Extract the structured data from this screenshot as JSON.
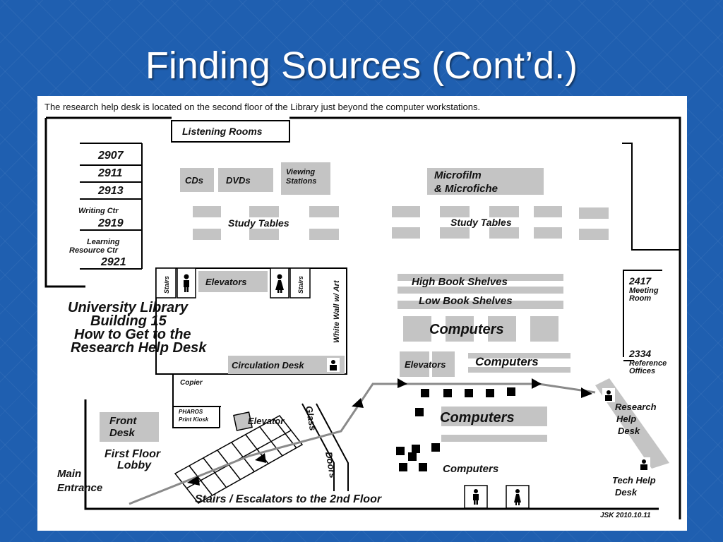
{
  "slide": {
    "title": "Finding Sources (Cont’d.)"
  },
  "map": {
    "caption": "The research help desk is located on the second floor of the Library just beyond the computer workstations.",
    "rooms": {
      "listening_rooms": "Listening Rooms",
      "r2907": "2907",
      "r2911": "2911",
      "r2913": "2913",
      "writing_ctr": "Writing Ctr",
      "r2919": "2919",
      "learning_resource_1": "Learning",
      "learning_resource_2": "Resource Ctr",
      "r2921": "2921",
      "r2417": "2417",
      "meeting_1": "Meeting",
      "meeting_2": "Room",
      "r2334": "2334",
      "reference_1": "Reference",
      "reference_2": "Offices"
    },
    "labels": {
      "cds": "CDs",
      "dvds": "DVDs",
      "viewing_1": "Viewing",
      "viewing_2": "Stations",
      "microfilm_1": "Microfilm",
      "microfilm_2": "& Microfiche",
      "study_tables_left": "Study Tables",
      "study_tables_right": "Study Tables",
      "stairs_left": "Stairs",
      "stairs_right": "Stairs",
      "elevators_top": "Elevators",
      "white_wall": "White Wall w/ Art",
      "high_shelves": "High Book Shelves",
      "low_shelves": "Low Book Shelves",
      "computers_1": "Computers",
      "elevators_mid": "Elevators",
      "computers_2": "Computers",
      "computers_3": "Computers",
      "computers_4": "Computers",
      "circulation_desk": "Circulation Desk",
      "copier": "Copier",
      "pharos_1": "PHAROS",
      "pharos_2": "Print Kiosk",
      "elevator_lower": "Elevator",
      "glass": "Glass",
      "doors": "Doors",
      "front_desk_1": "Front",
      "front_desk_2": "Desk",
      "lobby_1": "First Floor",
      "lobby_2": "Lobby",
      "main_entrance_1": "Main",
      "main_entrance_2": "Entrance",
      "stairs_escalators": "Stairs / Escalators to the 2nd Floor",
      "research_help_1": "Research",
      "research_help_2": "Help",
      "research_help_3": "Desk",
      "tech_help_1": "Tech Help",
      "tech_help_2": "Desk",
      "credit": "JSK 2010.10.11"
    },
    "heading": {
      "line1": "University Library",
      "line2": "Building 15",
      "line3": "How to Get to the",
      "line4": "Research Help Desk"
    },
    "colors": {
      "fixture_gray": "#c4c4c4",
      "wall": "#000000",
      "route_line": "#8a8a8a"
    }
  }
}
